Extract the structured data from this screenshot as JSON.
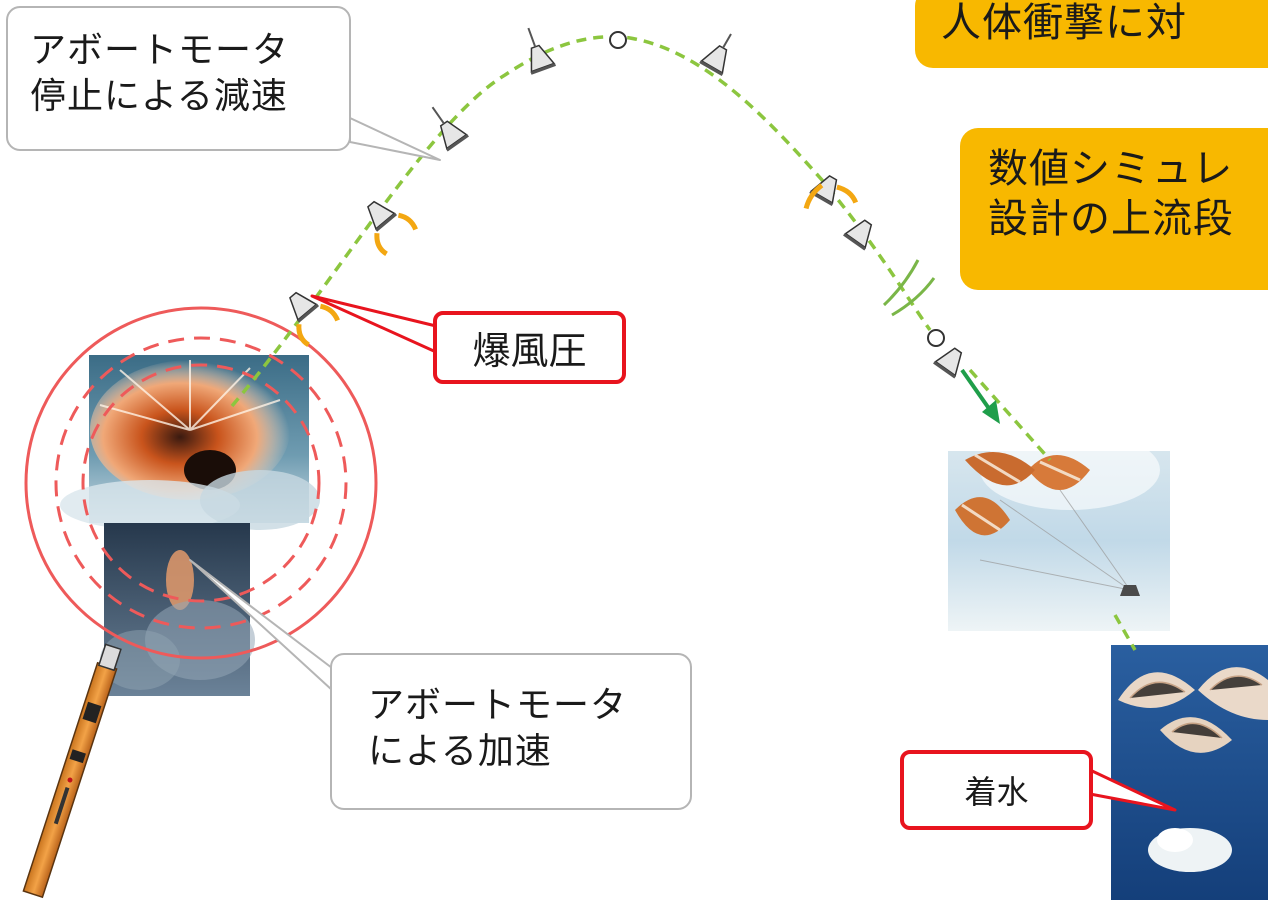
{
  "callouts": {
    "abort_stop": {
      "line1": "アボートモータ",
      "line2": "停止による減速"
    },
    "abort_accel": {
      "line1": "アボートモータ",
      "line2": "による加速"
    },
    "blast": {
      "label": "爆風圧"
    },
    "splashdown": {
      "label": "着水"
    }
  },
  "banners": {
    "impact": {
      "text": "人体衝撃に対"
    },
    "simulation": {
      "line1": "数値シミュレ",
      "line2": "設計の上流段"
    }
  },
  "colors": {
    "trajectory": "#8cc63f",
    "descent_arrow": "#1f9e4a",
    "red_callout": "#e8141e",
    "danger_circle": "#ee5a5a",
    "banner": "#f8b800",
    "thruster_plume": "#f3a712",
    "grey_border": "#b5b5b5"
  },
  "icons": [
    "capsule-icon",
    "apex-marker-icon",
    "parachute-deploy-marker-icon",
    "break-mark-icon",
    "launch-rocket-icon"
  ]
}
